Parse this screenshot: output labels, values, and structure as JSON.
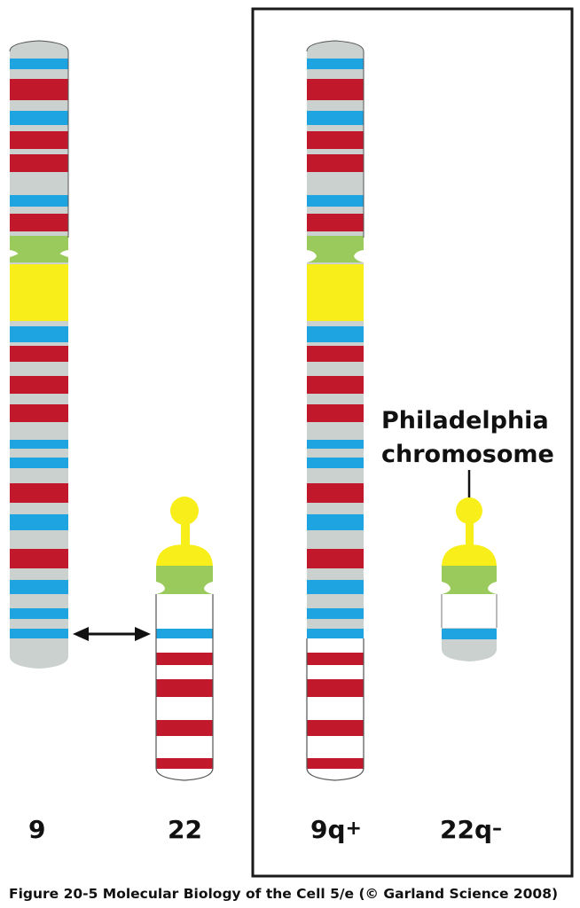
{
  "colors": {
    "red": "#C2182B",
    "blue": "#1FA4E2",
    "gray": "#CBD1CF",
    "yellow": "#F7EE1A",
    "green": "#9ACA5C",
    "white": "#FFFFFF",
    "outline": "#555555",
    "box": "#1A1A1A",
    "arrow": "#111111"
  },
  "labels": {
    "chr9": "9",
    "chr22": "22",
    "chr9q_base": "9q",
    "chr9q_sup": "+",
    "chr22q_base": "22q",
    "chr22q_sup": "–"
  },
  "annotation": {
    "line1": "Philadelphia",
    "line2": "chromosome"
  },
  "caption": "Figure 20-5  Molecular Biology of the Cell 5/e (© Garland Science 2008)"
}
